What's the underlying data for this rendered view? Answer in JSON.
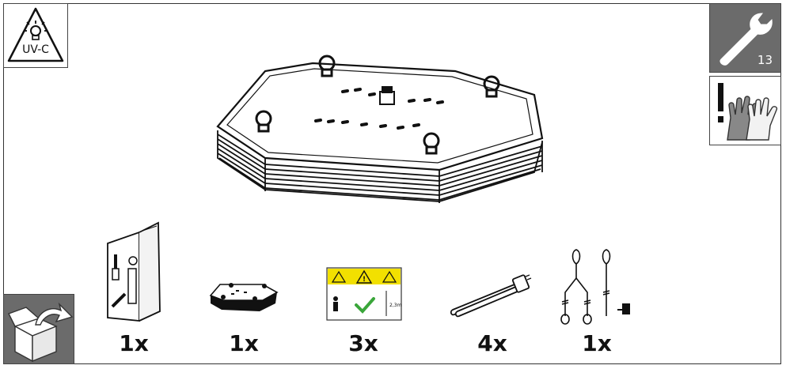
{
  "uv_badge": {
    "label": "UV-C",
    "icon": "uv-lamp-warning-icon"
  },
  "tool_badge": {
    "icon": "wrench-icon",
    "wrench_size": "13"
  },
  "gloves_badge": {
    "icon": "wear-gloves-icon"
  },
  "unpack_badge": {
    "icon": "unpack-box-icon"
  },
  "main_illustration": {
    "icon": "stacked-lamp-housing-icon"
  },
  "parts": [
    {
      "icon": "manual-booklet-icon",
      "quantity": "1x"
    },
    {
      "icon": "lamp-unit-icon",
      "quantity": "1x"
    },
    {
      "icon": "warning-label-icon",
      "quantity": "3x"
    },
    {
      "icon": "uv-tube-icon",
      "quantity": "4x"
    },
    {
      "icon": "suspension-cable-icon",
      "quantity": "1x"
    }
  ],
  "warning_label": {
    "height_text": "2,3m"
  },
  "colors": {
    "label_yellow": "#f2e000",
    "check_green": "#3aa63a",
    "badge_gray": "#6b6b6b"
  }
}
